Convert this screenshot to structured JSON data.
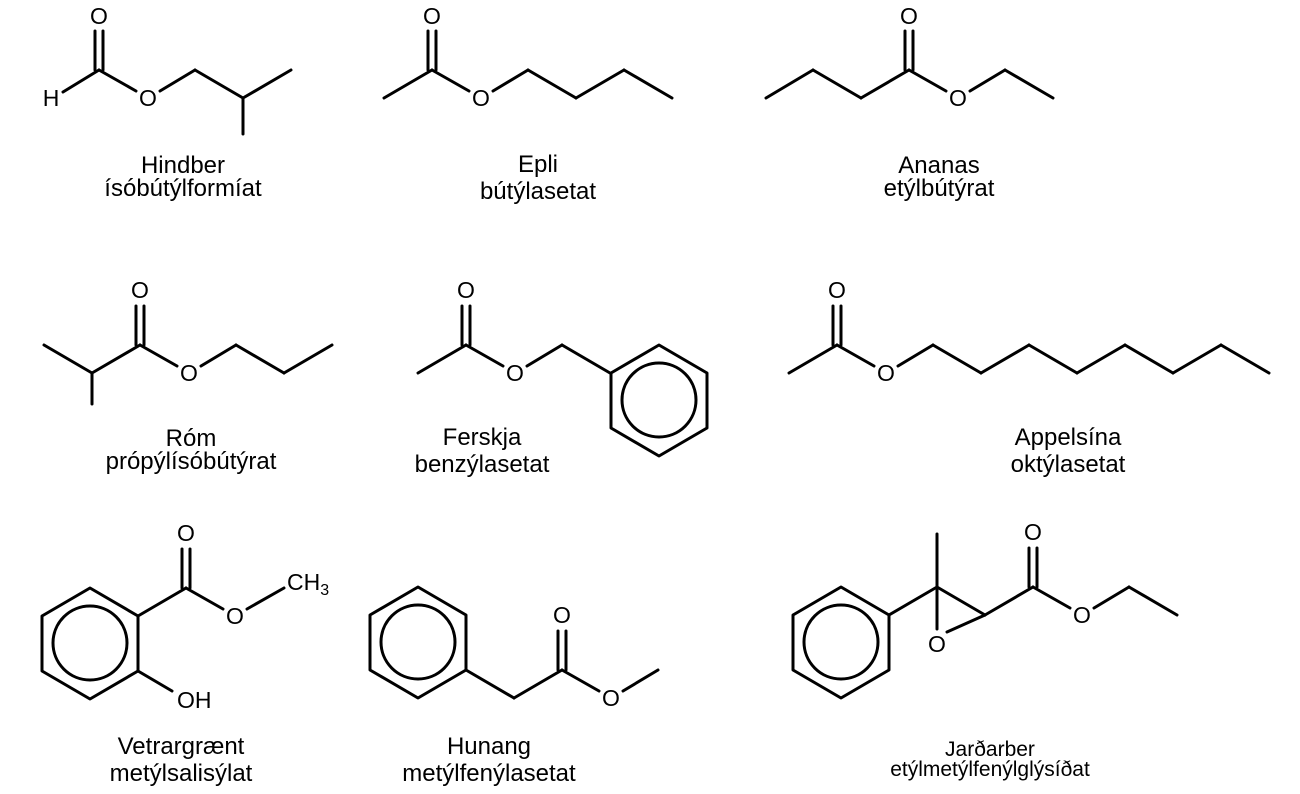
{
  "atoms": {
    "oxygen": "O",
    "hydrogen": "H",
    "hydroxyl": "OH",
    "methyl_c": "CH",
    "methyl_sub": "3"
  },
  "molecules": [
    {
      "name": "Hindber",
      "compound": "ísóbútýlformíat"
    },
    {
      "name": "Epli",
      "compound": "bútýlasetat"
    },
    {
      "name": "Ananas",
      "compound": "etýlbútýrat"
    },
    {
      "name": "Róm",
      "compound": "própýlísóbútýrat"
    },
    {
      "name": "Ferskja",
      "compound": "benzýlasetat"
    },
    {
      "name": "Appelsína",
      "compound": "oktýlasetat"
    },
    {
      "name": "Vetrargrænt",
      "compound": "metýlsalisýlat"
    },
    {
      "name": "Hunang",
      "compound": "metýlfenýlasetat"
    },
    {
      "name": "Jarðarber",
      "compound": "etýlmetýlfenýlglýsíðat"
    }
  ]
}
